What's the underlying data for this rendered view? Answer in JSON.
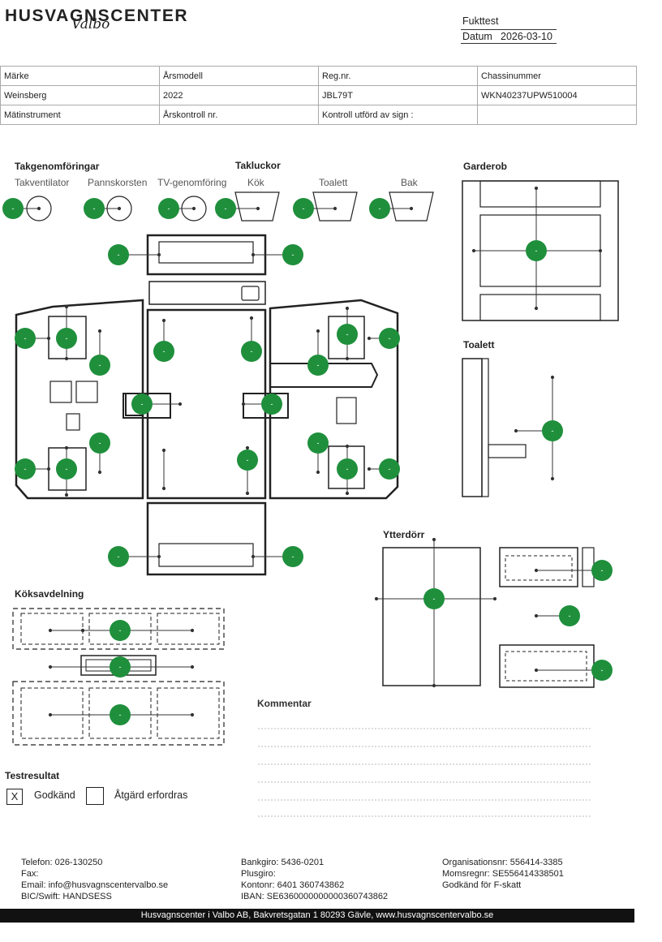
{
  "header": {
    "brand": "HUSVAGNSCENTER",
    "brand_sub": "Valbo",
    "doc_title": "Fukttest",
    "date_label": "Datum",
    "date_value": "2026-03-10"
  },
  "vehicle_table": {
    "rows": [
      [
        "Märke",
        "Årsmodell",
        "Reg.nr.",
        "Chassinummer"
      ],
      [
        "Weinsberg",
        "2022",
        "JBL79T",
        "WKN40237UPW510004"
      ],
      [
        "Mätinstrument",
        "Årskontroll nr.",
        "Kontroll utförd av sign :",
        ""
      ]
    ]
  },
  "sections": {
    "roof_penetrations": {
      "title": "Takgenomföringar",
      "items": [
        "Takventilator",
        "Pannskorsten",
        "TV-genomföring"
      ]
    },
    "roof_hatches": {
      "title": "Takluckor",
      "items": [
        "Kök",
        "Toalett",
        "Bak"
      ]
    },
    "wardrobe": "Garderob",
    "toilet": "Toalett",
    "kitchen": "Köksavdelning",
    "outer_door": "Ytterdörr",
    "comment": "Kommentar"
  },
  "result": {
    "title": "Testresultat",
    "approved_label": "Godkänd",
    "approved_mark": "X",
    "action_label": "Åtgärd erfordras",
    "action_mark": ""
  },
  "marker_label": "-",
  "colors": {
    "marker": "#1f8f3c",
    "line": "#222222"
  },
  "footer": {
    "col1": [
      "Telefon: 026-130250",
      "Fax:",
      "Email: info@husvagnscentervalbo.se",
      "BIC/Swift: HANDSESS"
    ],
    "col2": [
      "Bankgiro: 5436-0201",
      "Plusgiro:",
      "Kontonr: 6401 360743862",
      "IBAN: SE6360000000000360743862"
    ],
    "col3": [
      "Organisationsnr: 556414-3385",
      "Momsregnr: SE556414338501",
      "Godkänd för F-skatt"
    ],
    "bar": "Husvagnscenter i Valbo AB, Bakvretsgatan 1 80293 Gävle, www.husvagnscentervalbo.se"
  }
}
